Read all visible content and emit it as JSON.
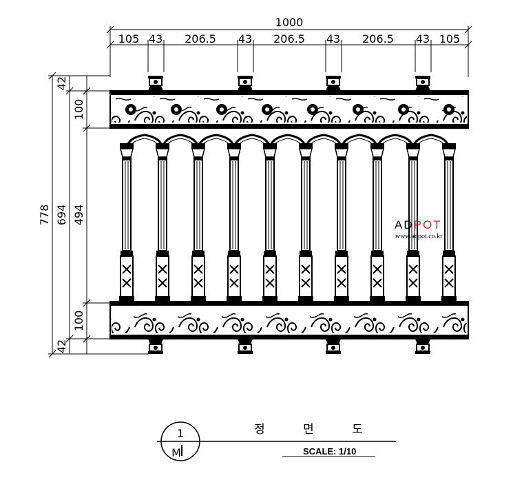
{
  "dimensions": {
    "total_width": "1000",
    "segments": [
      "105",
      "43",
      "206.5",
      "43",
      "206.5",
      "43",
      "206.5",
      "43",
      "105"
    ],
    "total_height": "778",
    "inner_height": "694",
    "rail_height": "100",
    "column_height": "494",
    "cap_height": "42"
  },
  "watermark": {
    "brand_dark": "AD",
    "brand_red": "POT",
    "url": "www.adpot.co.kr",
    "colors": {
      "dark": "#000000",
      "red": "#e8202a"
    }
  },
  "title_block": {
    "drawing_no": "1",
    "sheet": "M",
    "view_title": [
      "정",
      "면",
      "도"
    ],
    "scale": "SCALE:  1/10"
  }
}
